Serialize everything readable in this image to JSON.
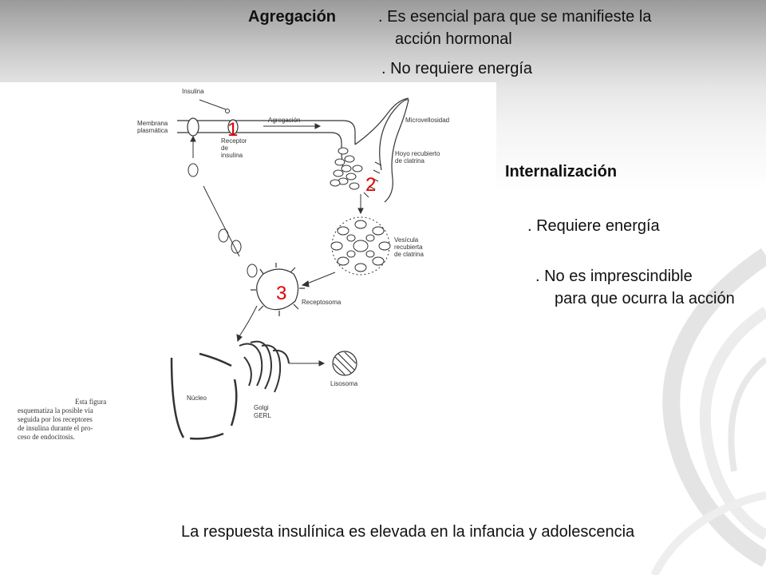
{
  "heading_agregacion": "Agregación",
  "agregacion_line1": ". Es esencial para que se manifieste la",
  "agregacion_line2": "acción hormonal",
  "agregacion_energy": ". No requiere energía",
  "heading_internalizacion": "Internalización",
  "internalizacion_energy": ". Requiere energía",
  "internalizacion_line1": ". No es imprescindible",
  "internalizacion_line2": "para que ocurra la acción",
  "footer": "La respuesta insulínica es elevada en la infancia y adolescencia",
  "diagram": {
    "labels": {
      "insulina": "Insulina",
      "membrana_1": "Membrana",
      "membrana_2": "plasmática",
      "receptor_1": "Receptor",
      "receptor_2": "de",
      "receptor_3": "insulina",
      "agregacion": "Agregación",
      "microvellosidad": "Microvellosidad",
      "hoyo_1": "Hoyo recubierto",
      "hoyo_2": "de clatrina",
      "vesicula_1": "Vesícula",
      "vesicula_2": "recubierta",
      "vesicula_3": "de clatrina",
      "receptosoma": "Receptosoma",
      "lisosoma": "Lisosoma",
      "nucleo": "Núcleo",
      "golgi_1": "Golgi",
      "golgi_2": "GERL"
    },
    "caption_lines": [
      "Esta figura",
      "esquematiza la posible vía",
      "seguida por los receptores",
      "de insulina durante el pro-",
      "ceso de endocitosis."
    ],
    "markers": [
      "1",
      "2",
      "3"
    ],
    "marker_color": "#e00000"
  }
}
